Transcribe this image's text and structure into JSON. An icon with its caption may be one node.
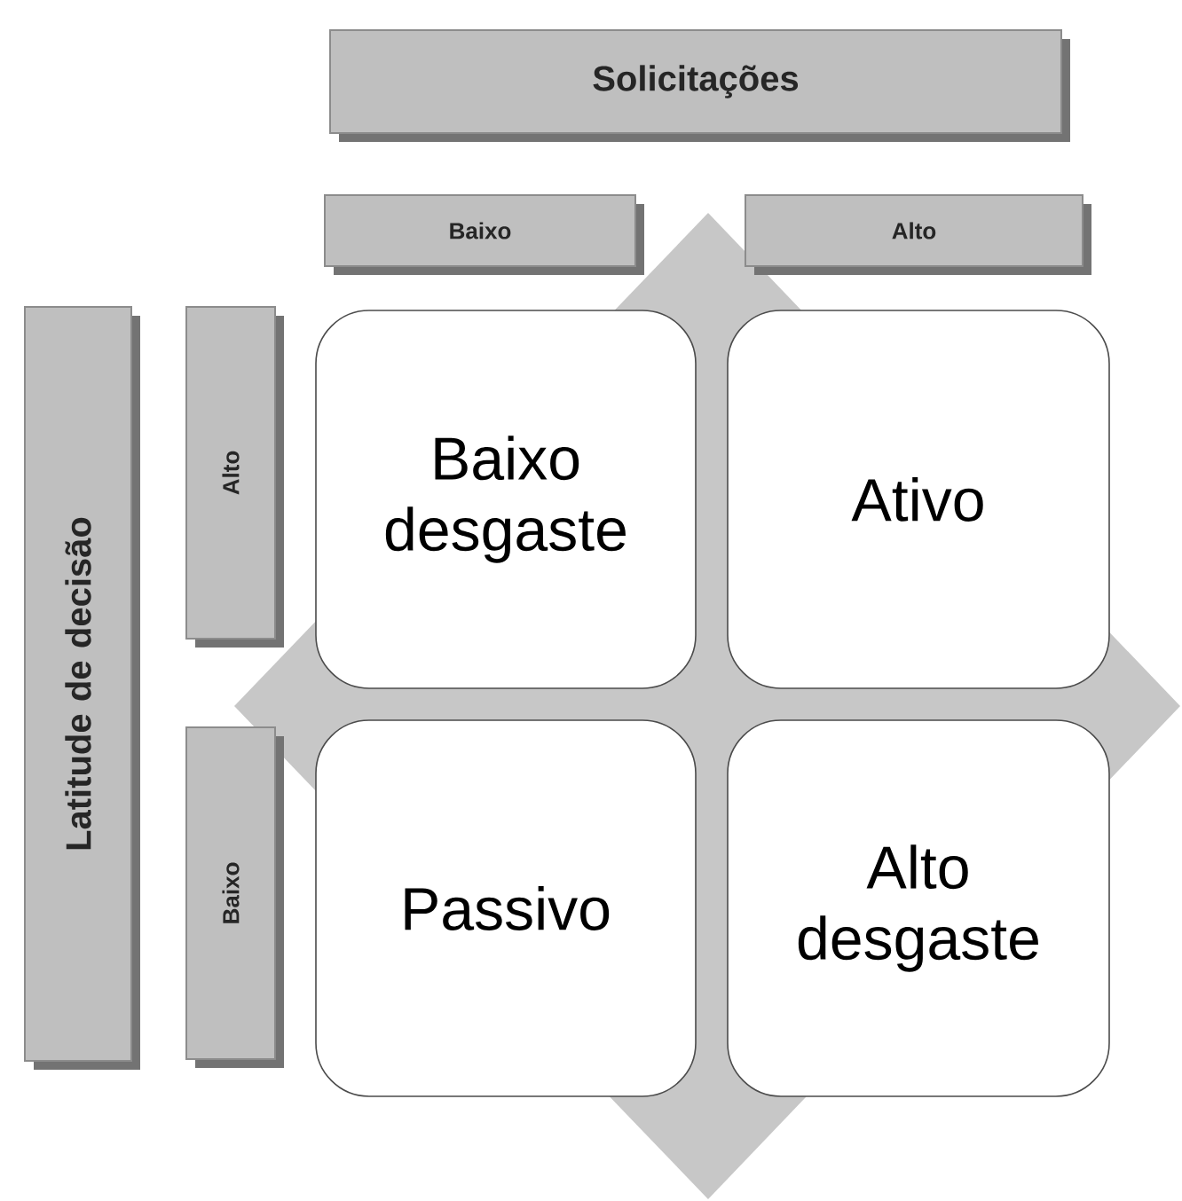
{
  "diagram": {
    "nodes": [
      {
        "text": [
          "Solicitações"
        ]
      },
      {
        "text": [
          "Baixo"
        ]
      },
      {
        "text": [
          "Alto"
        ]
      },
      {
        "text": [
          "Latitude de decisão"
        ]
      },
      {
        "text": [
          "Alto"
        ]
      },
      {
        "text": [
          "Baixo"
        ]
      },
      {
        "text": [
          "Baixo desgaste"
        ]
      },
      {
        "text": [
          "Ativo"
        ]
      },
      {
        "text": [
          "Passivo"
        ]
      },
      {
        "text": [
          "Alto desgaste"
        ]
      }
    ]
  }
}
